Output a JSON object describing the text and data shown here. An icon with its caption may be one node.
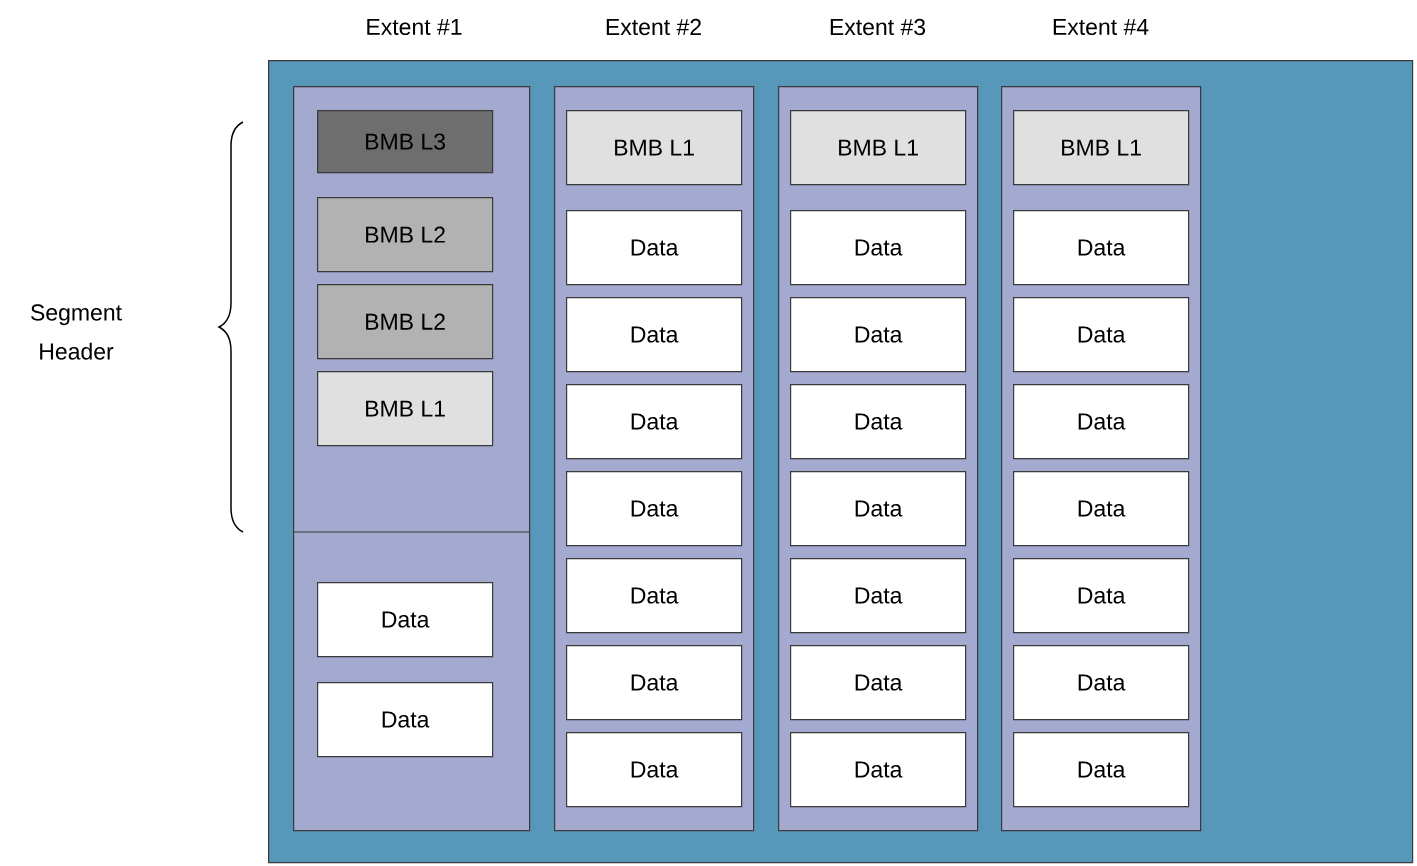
{
  "diagram": {
    "nodes": [
      {
        "text": [],
        "shape": "box"
      },
      {
        "text": [
          "Extent #1"
        ],
        "in": 0
      },
      {
        "text": [
          "BMB L3"
        ],
        "in": 1
      },
      {
        "text": [
          "BMB L2"
        ],
        "in": 1
      },
      {
        "text": [
          "BMB L2"
        ],
        "in": 1
      },
      {
        "text": [
          "BMB L1"
        ],
        "in": 1
      },
      {
        "text": [
          "Data"
        ],
        "in": 1
      },
      {
        "text": [
          "Data"
        ],
        "in": 1
      },
      {
        "text": [
          "Extent #2"
        ],
        "in": 0
      },
      {
        "text": [
          "BMB L1"
        ],
        "in": 8
      },
      {
        "text": [
          "Data"
        ],
        "in": 8
      },
      {
        "text": [
          "Data"
        ],
        "in": 8
      },
      {
        "text": [
          "Data"
        ],
        "in": 8
      },
      {
        "text": [
          "Data"
        ],
        "in": 8
      },
      {
        "text": [
          "Data"
        ],
        "in": 8
      },
      {
        "text": [
          "Data"
        ],
        "in": 8
      },
      {
        "text": [
          "Data"
        ],
        "in": 8
      },
      {
        "text": [
          "Extent #3"
        ],
        "in": 0
      },
      {
        "text": [
          "BMB L1"
        ],
        "in": 17
      },
      {
        "text": [
          "Data"
        ],
        "in": 17
      },
      {
        "text": [
          "Data"
        ],
        "in": 17
      },
      {
        "text": [
          "Data"
        ],
        "in": 17
      },
      {
        "text": [
          "Data"
        ],
        "in": 17
      },
      {
        "text": [
          "Data"
        ],
        "in": 17
      },
      {
        "text": [
          "Data"
        ],
        "in": 17
      },
      {
        "text": [
          "Data"
        ],
        "in": 17
      },
      {
        "text": [
          "Extent #4"
        ],
        "in": 0
      },
      {
        "text": [
          "BMB L1"
        ],
        "in": 26
      },
      {
        "text": [
          "Data"
        ],
        "in": 26
      },
      {
        "text": [
          "Data"
        ],
        "in": 26
      },
      {
        "text": [
          "Data"
        ],
        "in": 26
      },
      {
        "text": [
          "Data"
        ],
        "in": 26
      },
      {
        "text": [
          "Data"
        ],
        "in": 26
      },
      {
        "text": [
          "Data"
        ],
        "in": 26
      },
      {
        "text": [
          "Data"
        ],
        "in": 26
      }
    ],
    "labels": [
      "Segment Header"
    ]
  }
}
